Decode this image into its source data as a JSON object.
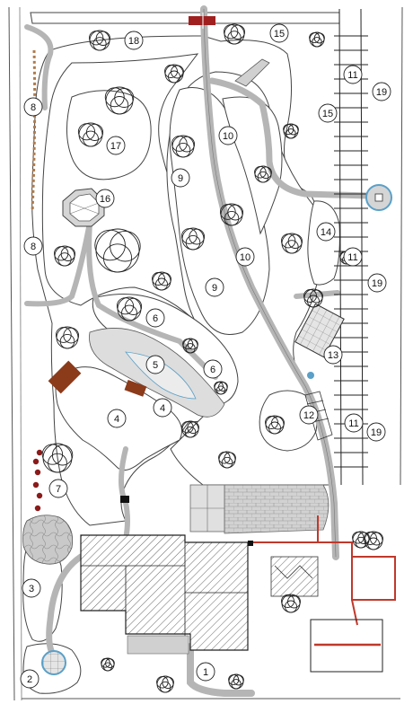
{
  "zone_labels": [
    {
      "n": "1"
    },
    {
      "n": "2"
    },
    {
      "n": "3"
    },
    {
      "n": "4"
    },
    {
      "n": "4"
    },
    {
      "n": "5"
    },
    {
      "n": "6"
    },
    {
      "n": "6"
    },
    {
      "n": "7"
    },
    {
      "n": "8"
    },
    {
      "n": "8"
    },
    {
      "n": "9"
    },
    {
      "n": "9"
    },
    {
      "n": "10"
    },
    {
      "n": "10"
    },
    {
      "n": "11"
    },
    {
      "n": "11"
    },
    {
      "n": "11"
    },
    {
      "n": "12"
    },
    {
      "n": "13"
    },
    {
      "n": "14"
    },
    {
      "n": "15"
    },
    {
      "n": "15"
    },
    {
      "n": "16"
    },
    {
      "n": "17"
    },
    {
      "n": "18"
    },
    {
      "n": "19"
    },
    {
      "n": "19"
    },
    {
      "n": "19"
    }
  ],
  "colors": {
    "paving": "#c8c8c8",
    "paving_dark": "#9e9e9e",
    "lawn_outline": "#444444",
    "ink": "#222222",
    "hedge_brown": "#b07a4a",
    "pergola_red": "#c0392b",
    "deck_brown": "#8b3a1a",
    "shrub_red": "#8b1a1a",
    "water_blue": "#5aa0c8",
    "gate_red": "#a02020"
  },
  "icons": [
    "tree-canopy-icon",
    "gazebo-icon",
    "well-icon",
    "pergola-icon",
    "greenhouse-icon",
    "house-roof-icon",
    "terrace-icon"
  ]
}
